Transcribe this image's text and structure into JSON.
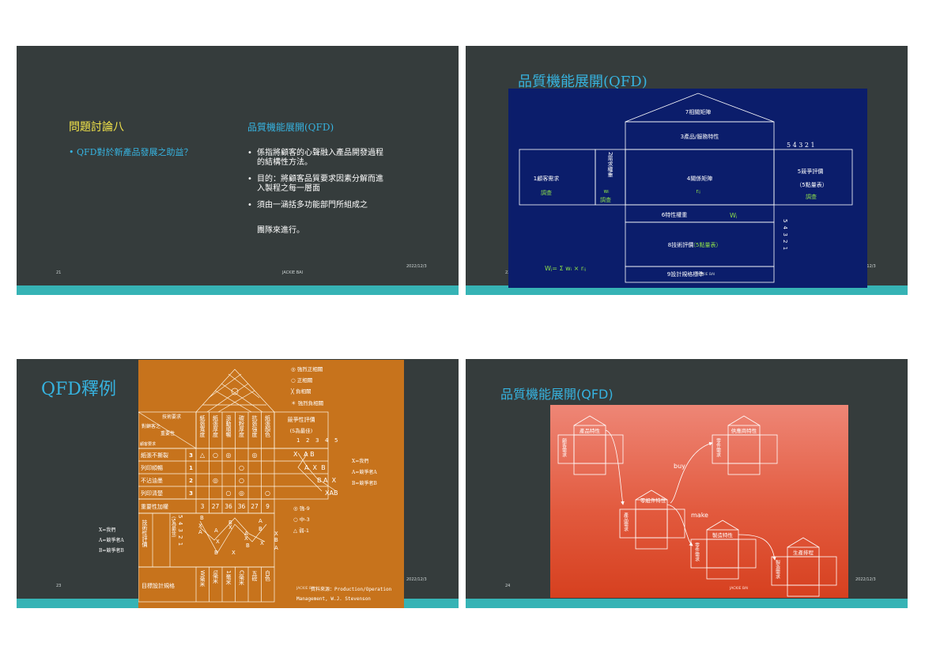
{
  "footer": {
    "author": "JACKIE BAI",
    "date": "2022/12/3"
  },
  "slide1": {
    "num": "21",
    "left_title": "問題討論八",
    "left_bullet": "QFD對於新產品發展之助益？",
    "right_title": "品質機能展開(QFD)",
    "bullets": [
      {
        "l1": "係指將顧客的心聲融入產品開發過程",
        "l2": "的結構性方法。"
      },
      {
        "l1": "目的：將顧客品質要求因素分解而進",
        "l2": "入製程之每一層面"
      },
      {
        "l1": "須由一涵括多功能部門所組成之",
        "l2": ""
      }
    ],
    "tail": "團隊來進行。"
  },
  "slide2": {
    "num": "22",
    "title": "品質機能展開(QFD)",
    "roof": "7相關矩陣",
    "characteristics": "3產品/服務特性",
    "customer_req": "1顧客需求",
    "customer_survey": "調查",
    "importance_vertical": "2需求權重",
    "wi": "wᵢ",
    "survey2": "調查",
    "relation": "4關係矩陣",
    "rij": "rᵢⱼ",
    "competitive": "5競爭評價",
    "five_point": "（5點量表）",
    "survey3": "調查",
    "scale_h": "5 4 3 2 1",
    "scale_v": "5 4 3 2 1",
    "char_weight": "6特性權重",
    "wj": "Wⱼ",
    "tech_eval": "8技術評價",
    "tech_scale": "（5點量表）",
    "design_spec": "9設計規格標準",
    "formula": "Wⱼ= Σ wᵢ × rᵢⱼ"
  },
  "slide3": {
    "num": "23",
    "title": "QFD釋例",
    "legend_top": [
      "◎ 強烈正相關",
      "○ 正相關",
      "╳ 負相關",
      "＊ 強烈負相關"
    ],
    "tech_req": "技術要求",
    "cust_req": "對顧客之",
    "importance": "重要性",
    "cust_label": "顧客要求",
    "tech_cols": [
      "紙張寬度",
      "紙張厚度",
      "滾動順暢",
      "碳粉厚度",
      "抗張強度",
      "紙張顏色"
    ],
    "comp_title": "競爭性評價",
    "comp_sub": "(5為最佳)",
    "comp_scale": [
      "1",
      "2",
      "3",
      "4",
      "5"
    ],
    "rows": [
      {
        "name": "紙張不撕裂",
        "imp": "3",
        "cells": [
          "△",
          "○",
          "◎",
          "",
          "◎",
          ""
        ],
        "comp": "X   A B"
      },
      {
        "name": "列印順暢",
        "imp": "1",
        "cells": [
          "",
          "",
          "",
          "○",
          "",
          ""
        ],
        "comp": "A  X  B"
      },
      {
        "name": "不沾油墨",
        "imp": "2",
        "cells": [
          "",
          "◎",
          "",
          "○",
          "",
          ""
        ],
        "comp": "B A  X"
      },
      {
        "name": "列印清楚",
        "imp": "3",
        "cells": [
          "",
          "",
          "○",
          "◎",
          "",
          "○"
        ],
        "comp": "XAB"
      }
    ],
    "legend_right": [
      "X=我們",
      "A=競爭者A",
      "B=競爭者B"
    ],
    "importance_row_label": "重要性加權",
    "importance_row": [
      "3",
      "27",
      "36",
      "36",
      "27",
      "9"
    ],
    "strength_legend": [
      "◎ 強-9",
      "○ 中-3",
      "△ 弱-1"
    ],
    "tech_eval_label": "技術性評價",
    "tech_eval_scale": "5 4 3 2 1",
    "tech_eval_sub": "(5為最佳)",
    "target_label": "目標設計規格",
    "targets": [
      "W毫米",
      "t毫米",
      "1毫米",
      "C毫米",
      "五磅",
      "白色"
    ],
    "legend_left": [
      "X=我們",
      "A=競爭者A",
      "B=競爭者B"
    ],
    "source1": "資料來源：Production/Operation",
    "source2": "Management, W.J. Stevenson"
  },
  "slide4": {
    "num": "24",
    "title": "品質機能展開(QFD)",
    "h1_top": "產品特性",
    "h1_side": "顧客需求",
    "h2_top": "供應商特性",
    "h2_side": "零件需求",
    "buy": "buy",
    "h3_top": "零組件特性",
    "h3_side": "產品需求",
    "make": "make",
    "h4_top": "製造特性",
    "h4_side": "零件需求",
    "h5_top": "生產排程",
    "h5_side": "製造需求"
  }
}
